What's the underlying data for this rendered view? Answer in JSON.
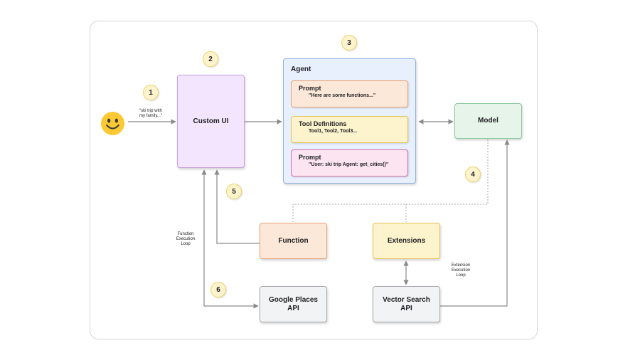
{
  "colors": {
    "custom_ui": "#f3e5fd",
    "agent": "#e8effd",
    "model": "#e6f4ea",
    "function": "#fce8d8",
    "extensions": "#fdf3cc",
    "api": "#f1f3f4",
    "badge": "#fdf3cc"
  },
  "user": {
    "icon": "smiley-face-icon",
    "message": "\"ski trip with\nmy family...\""
  },
  "custom_ui": {
    "label": "Custom UI"
  },
  "agent": {
    "title": "Agent",
    "prompt1": {
      "title": "Prompt",
      "text": "\"Here are some functions...\""
    },
    "tools": {
      "title": "Tool Definitions",
      "text": "Tool1, Tool2, Tool3..."
    },
    "prompt2": {
      "title": "Prompt",
      "text": "\"User: ski trip Agent: get_cities()\""
    }
  },
  "model": {
    "label": "Model"
  },
  "function": {
    "label": "Function"
  },
  "extensions": {
    "label": "Extensions"
  },
  "google_places": {
    "label": "Google Places\nAPI"
  },
  "vector_search": {
    "label": "Vector Search\nAPI"
  },
  "notes": {
    "function_loop": "Function\nExecution\nLoop",
    "extension_loop": "Extension\nExecution\nLoop"
  },
  "badges": [
    "1",
    "2",
    "3",
    "4",
    "5",
    "6"
  ]
}
